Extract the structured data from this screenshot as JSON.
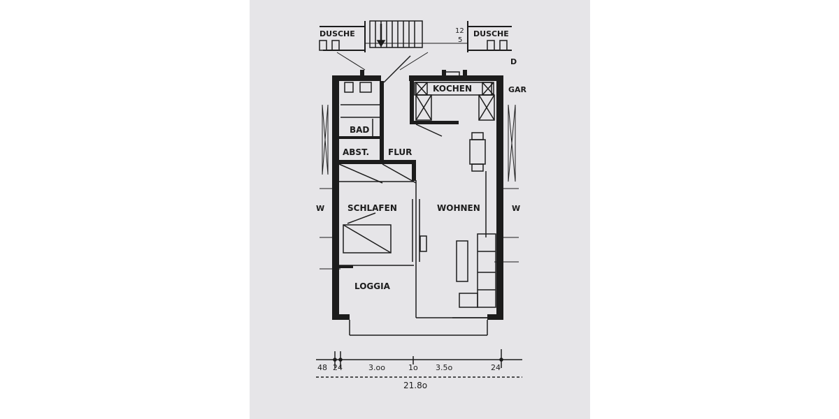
{
  "rooms": {
    "dusche_left": "DUSCHE",
    "dusche_right": "DUSCHE",
    "kochen": "KOCHEN",
    "bad": "BAD",
    "abst": "ABST.",
    "flur": "FLUR",
    "schlafen": "SCHLAFEN",
    "wohnen": "WOHNEN",
    "loggia": "LOGGIA",
    "edge_d": "D",
    "edge_gar": "GAR",
    "edge_w_left": "W",
    "edge_w_right": "W"
  },
  "dimensions": {
    "d48": "48",
    "d24a": "24",
    "d300": "3.oo",
    "d10": "1o",
    "d350": "3.5o",
    "d24b": "24",
    "total": "21.8o",
    "top_small_a": "12",
    "top_small_b": "5"
  },
  "colors": {
    "paper": "#e6e5e8",
    "ink": "#1c1c1c"
  }
}
